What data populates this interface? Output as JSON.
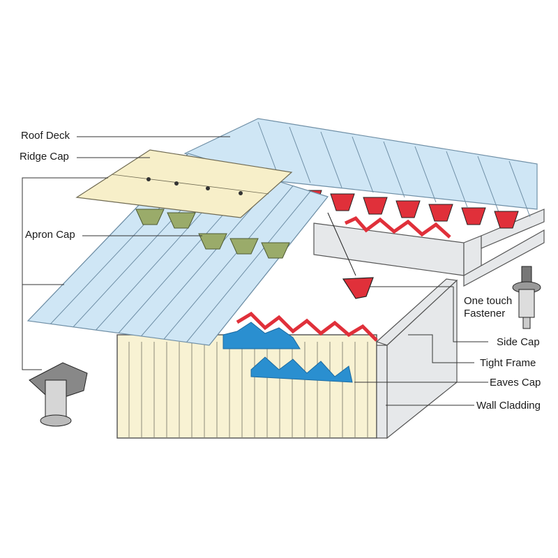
{
  "labels": {
    "roof_deck": "Roof Deck",
    "ridge_cap": "Ridge Cap",
    "apron_cap": "Apron Cap",
    "one_touch_fastener": "One touch Fastener",
    "side_cap": "Side Cap",
    "tight_frame": "Tight Frame",
    "eaves_cap": "Eaves Cap",
    "wall_cladding": "Wall Cladding"
  },
  "colors": {
    "roof_panel": "#cfe6f5",
    "roof_stroke": "#6f8fa6",
    "ridge_cap": "#f7efc9",
    "apron_cap": "#9aab6a",
    "side_cap": "#e0303a",
    "eaves_cap": "#2a8fd0",
    "wall_cladding": "#f8f2d3",
    "tight_frame": "#e6e8ea",
    "leader_line": "#333333"
  }
}
